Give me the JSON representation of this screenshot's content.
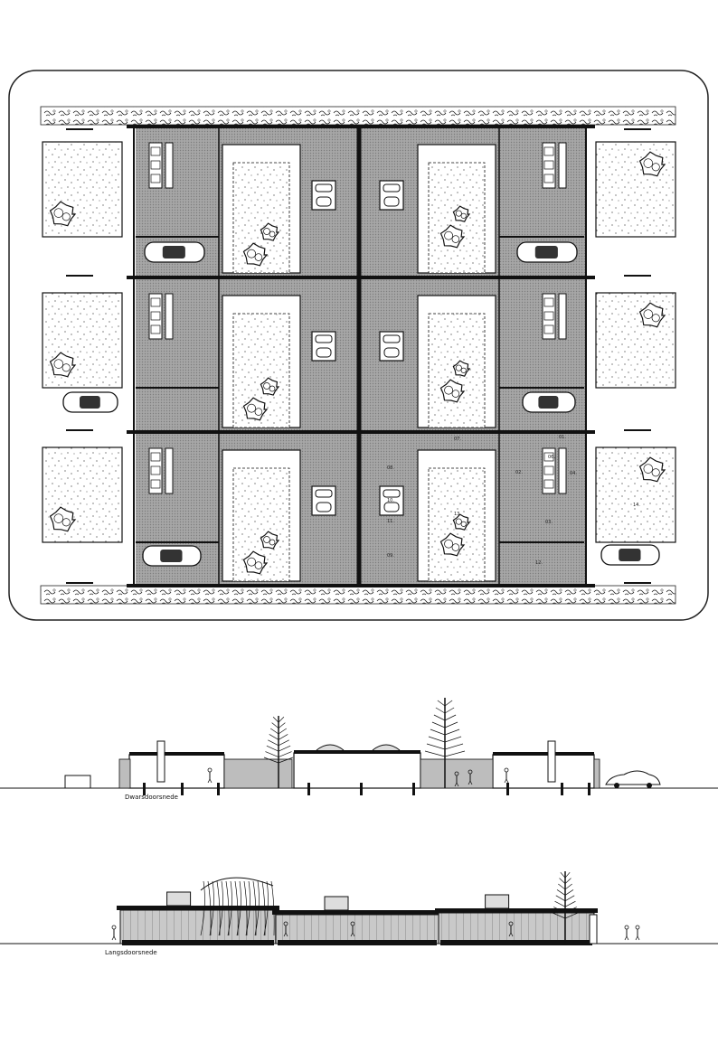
{
  "plan": {
    "room_numbers": [
      "01.",
      "02.",
      "03.",
      "04.",
      "06.",
      "07.",
      "08.",
      "09.",
      "10.",
      "11.",
      "12.",
      "13.",
      "14."
    ]
  },
  "sections": {
    "cross_label": "Dwarsdoorsnede",
    "long_label": "Langsdoorsnede"
  }
}
